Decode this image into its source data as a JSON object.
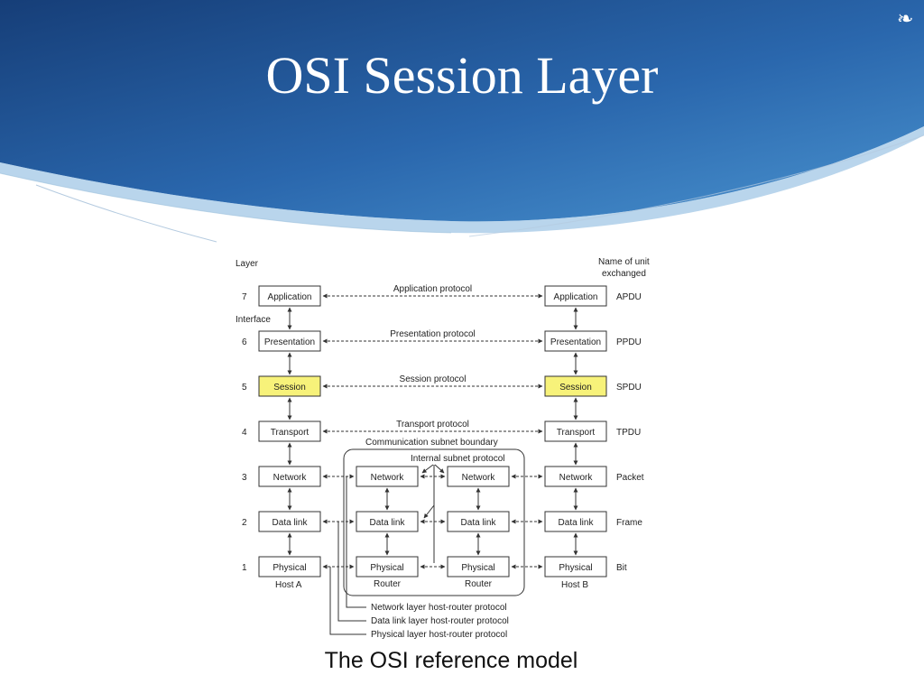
{
  "slide": {
    "title": "OSI Session Layer",
    "caption": "The OSI reference model",
    "corner_icon": "fleur-icon",
    "colors": {
      "header_dark": "#1d4f93",
      "header_light": "#3d86c5",
      "session_highlight": "#f7f27a"
    }
  },
  "diagram": {
    "layer_header": "Layer",
    "unit_header": [
      "Name of unit",
      "exchanged"
    ],
    "interface_label": "Interface",
    "layers": [
      {
        "num": "7",
        "name": "Application",
        "protocol": "Application protocol",
        "unit": "APDU"
      },
      {
        "num": "6",
        "name": "Presentation",
        "protocol": "Presentation protocol",
        "unit": "PPDU"
      },
      {
        "num": "5",
        "name": "Session",
        "protocol": "Session protocol",
        "unit": "SPDU",
        "highlight": true
      },
      {
        "num": "4",
        "name": "Transport",
        "protocol": "Transport protocol",
        "unit": "TPDU"
      },
      {
        "num": "3",
        "name": "Network",
        "unit": "Packet"
      },
      {
        "num": "2",
        "name": "Data link",
        "unit": "Frame"
      },
      {
        "num": "1",
        "name": "Physical",
        "unit": "Bit"
      }
    ],
    "subnet_boundary_label": "Communication subnet boundary",
    "internal_protocol_label": "Internal subnet protocol",
    "router_label": "Router",
    "host_a": "Host A",
    "host_b": "Host B",
    "host_router_protocols": [
      "Network layer host-router protocol",
      "Data link layer host-router protocol",
      "Physical layer host-router protocol"
    ]
  }
}
